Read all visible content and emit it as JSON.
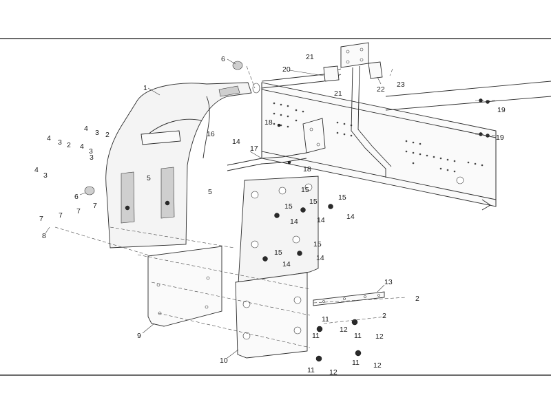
{
  "callouts": [
    {
      "id": "1",
      "text": "1"
    },
    {
      "id": "2a",
      "text": "2"
    },
    {
      "id": "2b",
      "text": "2"
    },
    {
      "id": "2c",
      "text": "2"
    },
    {
      "id": "2d",
      "text": "2"
    },
    {
      "id": "3a",
      "text": "3"
    },
    {
      "id": "3b",
      "text": "3"
    },
    {
      "id": "3c",
      "text": "3"
    },
    {
      "id": "3d",
      "text": "3"
    },
    {
      "id": "3e",
      "text": "3"
    },
    {
      "id": "4a",
      "text": "4"
    },
    {
      "id": "4b",
      "text": "4"
    },
    {
      "id": "4c",
      "text": "4"
    },
    {
      "id": "4d",
      "text": "4"
    },
    {
      "id": "5a",
      "text": "5"
    },
    {
      "id": "5b",
      "text": "5"
    },
    {
      "id": "6a",
      "text": "6"
    },
    {
      "id": "6b",
      "text": "6"
    },
    {
      "id": "7a",
      "text": "7"
    },
    {
      "id": "7b",
      "text": "7"
    },
    {
      "id": "7c",
      "text": "7"
    },
    {
      "id": "7d",
      "text": "7"
    },
    {
      "id": "8",
      "text": "8"
    },
    {
      "id": "9",
      "text": "9"
    },
    {
      "id": "10",
      "text": "10"
    },
    {
      "id": "11a",
      "text": "11"
    },
    {
      "id": "11b",
      "text": "11"
    },
    {
      "id": "11c",
      "text": "11"
    },
    {
      "id": "11d",
      "text": "11"
    },
    {
      "id": "11e",
      "text": "11"
    },
    {
      "id": "12a",
      "text": "12"
    },
    {
      "id": "12b",
      "text": "12"
    },
    {
      "id": "12c",
      "text": "12"
    },
    {
      "id": "12d",
      "text": "12"
    },
    {
      "id": "13",
      "text": "13"
    },
    {
      "id": "14a",
      "text": "14"
    },
    {
      "id": "14b",
      "text": "14"
    },
    {
      "id": "14c",
      "text": "14"
    },
    {
      "id": "14d",
      "text": "14"
    },
    {
      "id": "14e",
      "text": "14"
    },
    {
      "id": "14f",
      "text": "14"
    },
    {
      "id": "15a",
      "text": "15"
    },
    {
      "id": "15b",
      "text": "15"
    },
    {
      "id": "15c",
      "text": "15"
    },
    {
      "id": "15d",
      "text": "15"
    },
    {
      "id": "15e",
      "text": "15"
    },
    {
      "id": "15f",
      "text": "15"
    },
    {
      "id": "16",
      "text": "16"
    },
    {
      "id": "17",
      "text": "17"
    },
    {
      "id": "18a",
      "text": "18"
    },
    {
      "id": "18b",
      "text": "18"
    },
    {
      "id": "19a",
      "text": "19"
    },
    {
      "id": "19b",
      "text": "19"
    },
    {
      "id": "20",
      "text": "20"
    },
    {
      "id": "21a",
      "text": "21"
    },
    {
      "id": "21b",
      "text": "21"
    },
    {
      "id": "22",
      "text": "22"
    },
    {
      "id": "23",
      "text": "23"
    }
  ]
}
